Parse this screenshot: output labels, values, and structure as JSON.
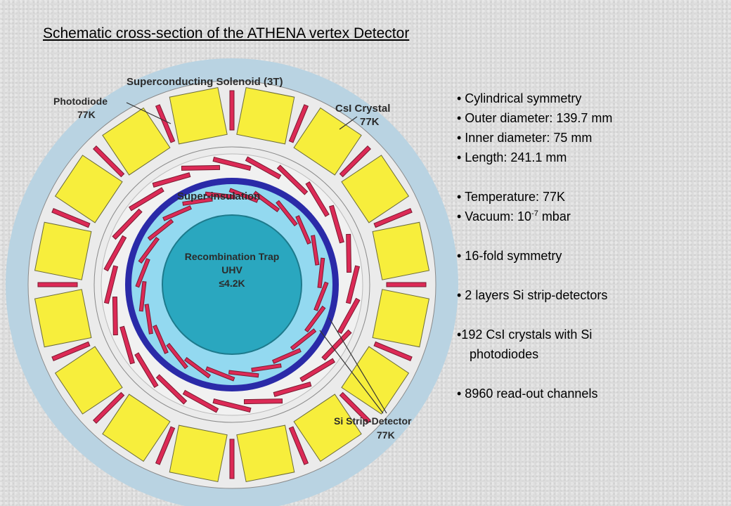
{
  "title": "Schematic cross-section of the ATHENA vertex Detector",
  "diagram": {
    "labels": {
      "solenoid": "Superconducting Solenoid (3T)",
      "photodiode_1": "Photodiode",
      "photodiode_2": "77K",
      "csi_1": "CsI Crystal",
      "csi_2": "77K",
      "superins": "Super-insulation",
      "trap_1": "Recombination Trap",
      "trap_2": "UHV",
      "trap_3": "≤4.2K",
      "si_1": "Si Strip-Detector",
      "si_2": "77K"
    },
    "colors": {
      "solenoid": "#b9d3e2",
      "crystal": "#f7ee3c",
      "band": "#ebebeb",
      "strip": "#dc2a56",
      "superinsulation": "#2a2aa8",
      "trap": "#93d9f0"
    },
    "crystal_count": 16
  },
  "facts": [
    "• Cylindrical symmetry",
    "• Outer diameter: 139.7 mm",
    "• Inner diameter: 75 mm",
    "• Length: 241.1 mm",
    "• Temperature: 77K",
    "• 16-fold symmetry",
    "• 2 layers Si strip-detectors",
    "•192 CsI crystals with Si",
    "photodiodes",
    "• 8960 read-out channels"
  ],
  "vacuum": {
    "prefix": "• Vacuum: 10",
    "exponent": "-7",
    "unit": " mbar"
  }
}
